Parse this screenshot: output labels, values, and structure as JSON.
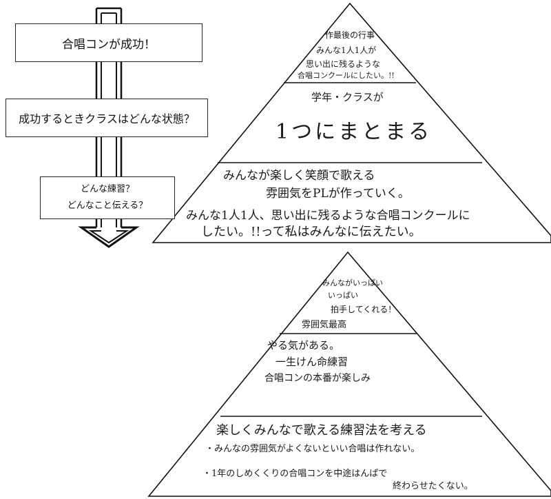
{
  "flow": {
    "goal": "合唱コンが成功！",
    "question": "成功するときクラスはどんな状態？",
    "practice_line1": "どんな練習？",
    "practice_line2": "どんなこと伝える？"
  },
  "pyramid_top": {
    "tier1": [
      "作最後の行事",
      "みんな1人1人が",
      "思い出に残るような",
      "合唱コンクールにしたい。!!"
    ],
    "tier2": [
      "学年・クラスが",
      "1つにまとまる"
    ],
    "tier3": [
      "みんなが楽しく笑顔で歌える",
      "雰囲気をPLが作っていく。",
      "みんな1人1人、思い出に残るような合唱コンクールに",
      "したい。!!って私はみんなに伝えたい。"
    ]
  },
  "pyramid_bottom": {
    "tier1": [
      "みんながいっぱい",
      "いっぱい",
      "拍手してくれる！",
      "雰囲気最高"
    ],
    "tier2": [
      "やる気がある。",
      "一生けん命練習",
      "合唱コンの本番が楽しみ"
    ],
    "tier3": [
      "楽しくみんなで歌える練習法を考える",
      "・みんなの雰囲気がよくないといい合唱は作れない。",
      "・1年のしめくくりの合唱コンを中途はんぱで",
      "終わらせたくない。"
    ]
  }
}
